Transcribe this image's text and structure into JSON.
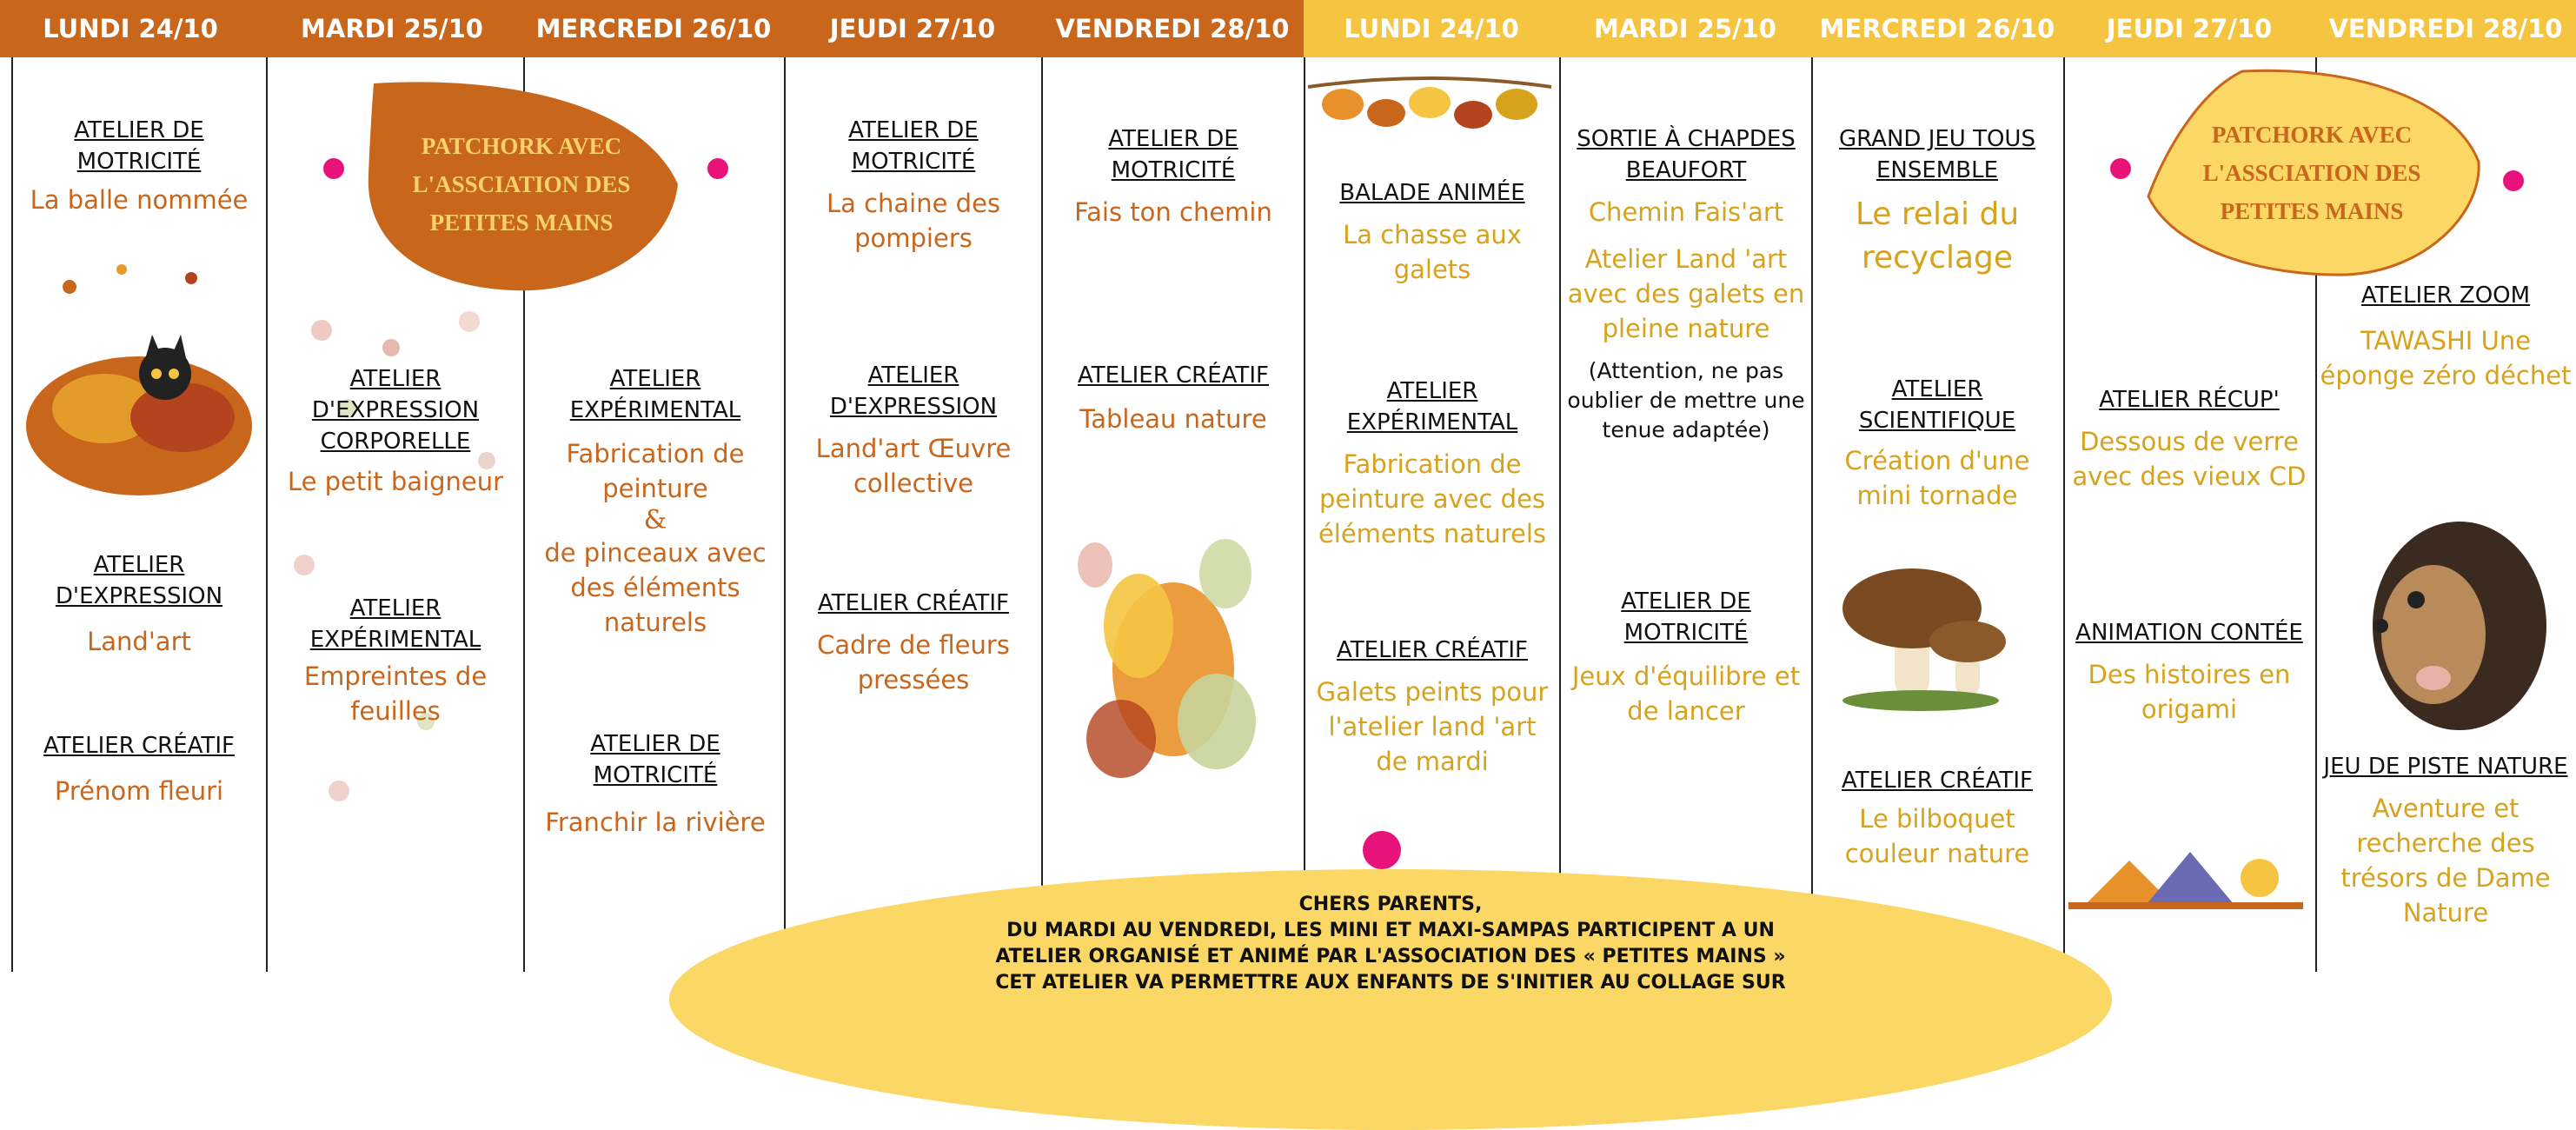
{
  "header": {
    "week1": [
      "LUNDI 24/10",
      "MARDI 25/10",
      "MERCREDI 26/10",
      "JEUDI 27/10",
      "VENDREDI 28/10"
    ],
    "week2": [
      "LUNDI 24/10",
      "MARDI 25/10",
      "MERCREDI 26/10",
      "JEUDI 27/10",
      "VENDREDI 28/10"
    ]
  },
  "colors": {
    "week1": "#c8661c",
    "week2": "#f5c542",
    "accent_dot": "#e8137a",
    "banner": "#fbd766"
  },
  "patchwork": {
    "text": "PATCHORK AVEC L'ASSCIATION DES PETITES MAINS"
  },
  "mon1": {
    "a1_title": "ATELIER DE MOTRICITÉ",
    "a1_desc": "La balle nommée",
    "a2_title": "ATELIER D'EXPRESSION",
    "a2_desc": "Land'art",
    "a3_title": "ATELIER CRÉATIF",
    "a3_desc": "Prénom fleuri"
  },
  "tue1": {
    "a1_title": "ATELIER D'EXPRESSION CORPORELLE",
    "a1_desc": "Le petit baigneur",
    "a2_title": "ATELIER EXPÉRIMENTAL",
    "a2_desc": "Empreintes de feuilles"
  },
  "wed1": {
    "a1_title": "ATELIER EXPÉRIMENTAL",
    "a1_desc1": "Fabrication de peinture",
    "a1_amp": "&",
    "a1_desc2": "de pinceaux avec des éléments naturels",
    "a2_title": "ATELIER DE MOTRICITÉ",
    "a2_desc": "Franchir la rivière"
  },
  "thu1": {
    "a1_title": "ATELIER DE MOTRICITÉ",
    "a1_desc": "La chaine des pompiers",
    "a2_title": "ATELIER D'EXPRESSION",
    "a2_desc": "Land'art Œuvre collective",
    "a3_title": "ATELIER CRÉATIF",
    "a3_desc": "Cadre de fleurs pressées"
  },
  "fri1": {
    "a1_title": "ATELIER DE MOTRICITÉ",
    "a1_desc": "Fais ton chemin",
    "a2_title": "ATELIER CRÉATIF",
    "a2_desc": "Tableau nature"
  },
  "mon2": {
    "a1_title": "BALADE ANIMÉE",
    "a1_desc": "La chasse aux galets",
    "a2_title": "ATELIER EXPÉRIMENTAL",
    "a2_desc": "Fabrication de peinture avec des éléments naturels",
    "a3_title": "ATELIER CRÉATIF",
    "a3_desc": "Galets peints pour l'atelier land 'art de mardi"
  },
  "tue2": {
    "a1_title": "SORTIE À CHAPDES BEAUFORT",
    "a1_desc": "Chemin Fais'art",
    "a1_desc2": "Atelier Land 'art avec des galets en pleine nature",
    "a1_note": "(Attention, ne pas oublier de mettre une tenue adaptée)",
    "a2_title": "ATELIER DE MOTRICITÉ",
    "a2_desc": "Jeux d'équilibre et de lancer"
  },
  "wed2": {
    "a1_title": "GRAND JEU TOUS ENSEMBLE",
    "a1_desc": "Le relai du recyclage",
    "a2_title": "ATELIER SCIENTIFIQUE",
    "a2_desc": "Création d'une mini tornade",
    "a3_title": "ATELIER CRÉATIF",
    "a3_desc": "Le bilboquet couleur nature"
  },
  "thu2": {
    "a1_title": "ATELIER RÉCUP'",
    "a1_desc": "Dessous de verre avec des vieux CD",
    "a2_title": "ANIMATION CONTÉE",
    "a2_desc": "Des histoires en origami"
  },
  "fri2": {
    "a1_title": "ATELIER ZOOM",
    "a1_desc": "TAWASHI Une éponge zéro déchet",
    "a2_title": "JEU DE PISTE NATURE",
    "a2_desc": "Aventure et recherche des trésors de Dame Nature"
  },
  "banner": {
    "line1": "CHERS PARENTS,",
    "line2": "DU MARDI AU VENDREDI, LES MINI ET MAXI-SAMPAS PARTICIPENT A UN",
    "line3": "ATELIER ORGANISÉ ET ANIMÉ PAR L'ASSOCIATION DES « PETITES MAINS »",
    "line4": "CET ATELIER VA PERMETTRE AUX ENFANTS DE S'INITIER AU COLLAGE SUR"
  }
}
